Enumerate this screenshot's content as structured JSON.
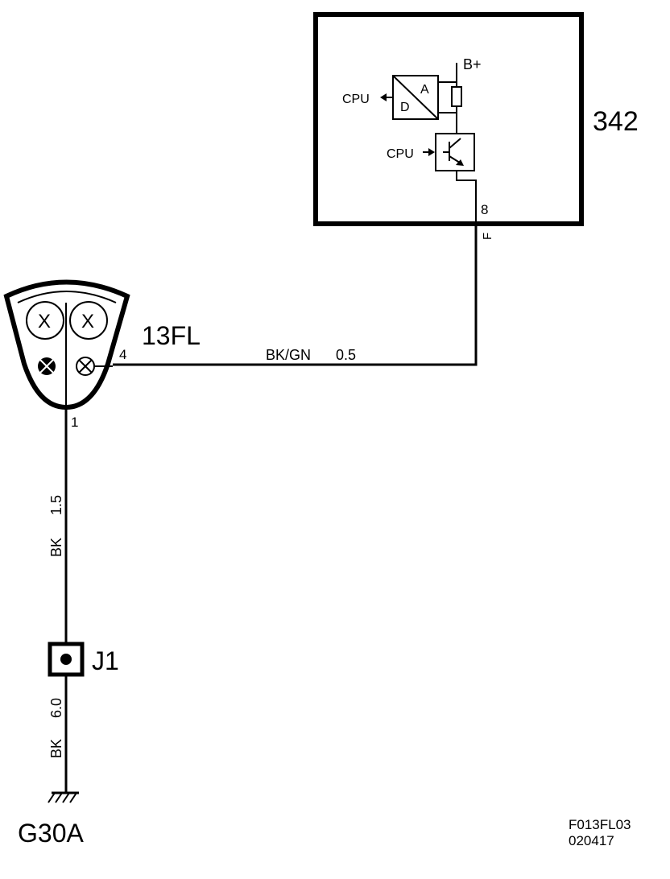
{
  "module": {
    "id": "342",
    "supply_label": "B+",
    "adc": {
      "top_label": "A",
      "bottom_label": "D",
      "output_label": "CPU"
    },
    "transistor": {
      "input_label": "CPU"
    },
    "pin": "8",
    "pin_code": "F"
  },
  "lamp": {
    "id": "13FL",
    "pin_signal": "4",
    "pin_ground": "1"
  },
  "wire_signal": {
    "color": "BK/GN",
    "size": "0.5"
  },
  "wire_ground_upper": {
    "color": "BK",
    "size": "1.5"
  },
  "splice": {
    "id": "J1"
  },
  "wire_ground_lower": {
    "color": "BK",
    "size": "6.0"
  },
  "ground": {
    "id": "G30A"
  },
  "drawing": {
    "code": "F013FL03",
    "date": "020417"
  }
}
